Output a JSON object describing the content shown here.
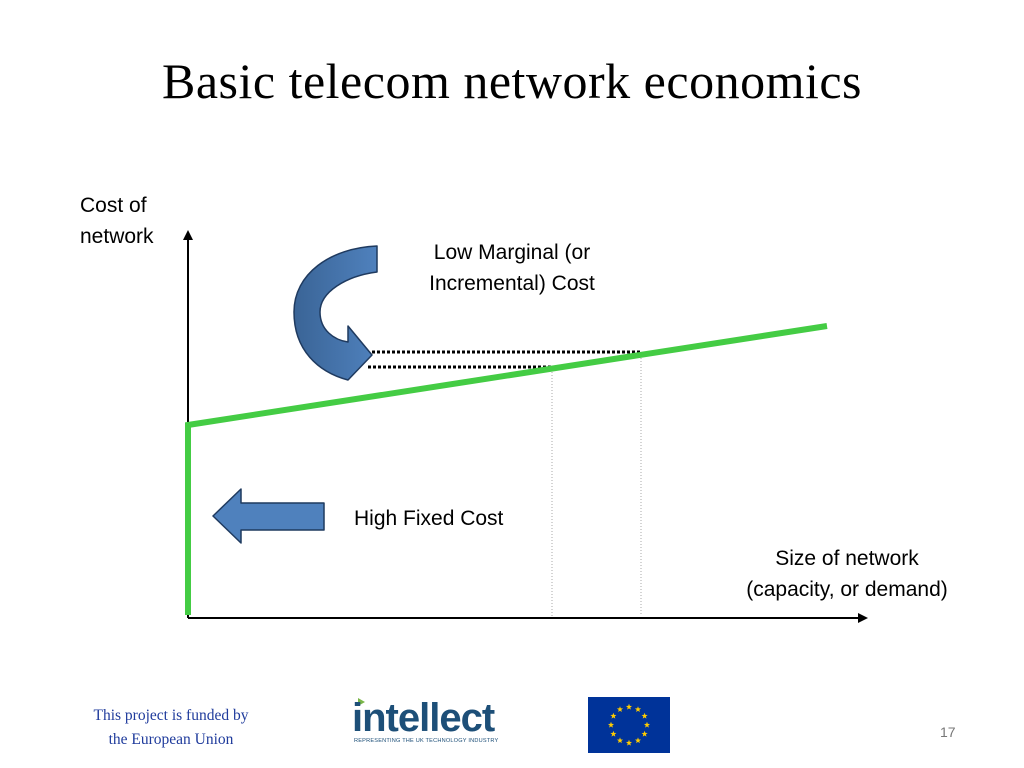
{
  "slide": {
    "title": "Basic telecom network economics",
    "page_number": "17"
  },
  "diagram": {
    "y_axis_label": [
      "Cost of",
      "network"
    ],
    "x_axis_label": [
      "Size of network",
      "(capacity, or demand)"
    ],
    "marginal_cost_label": [
      "Low Marginal (or",
      "Incremental) Cost"
    ],
    "fixed_cost_label": "High Fixed Cost",
    "colors": {
      "cost_line": "#44cc44",
      "arrow_fill": "#4f81bd",
      "arrow_fill_dark": "#3a6496",
      "arrow_stroke": "#1f3a5f",
      "axis": "#000000"
    }
  },
  "footer": {
    "funding_text": [
      "This project is funded by",
      "the European Union"
    ],
    "logo_text": "intellect",
    "logo_tagline": "REPRESENTING THE UK TECHNOLOGY INDUSTRY",
    "eu_flag_icon": "eu-flag-icon",
    "colors": {
      "funding_text": "#1f3b9c",
      "logo": "#1d4f78",
      "logo_accent": "#7ab648",
      "eu_blue": "#003399",
      "eu_star": "#ffcc00"
    }
  }
}
